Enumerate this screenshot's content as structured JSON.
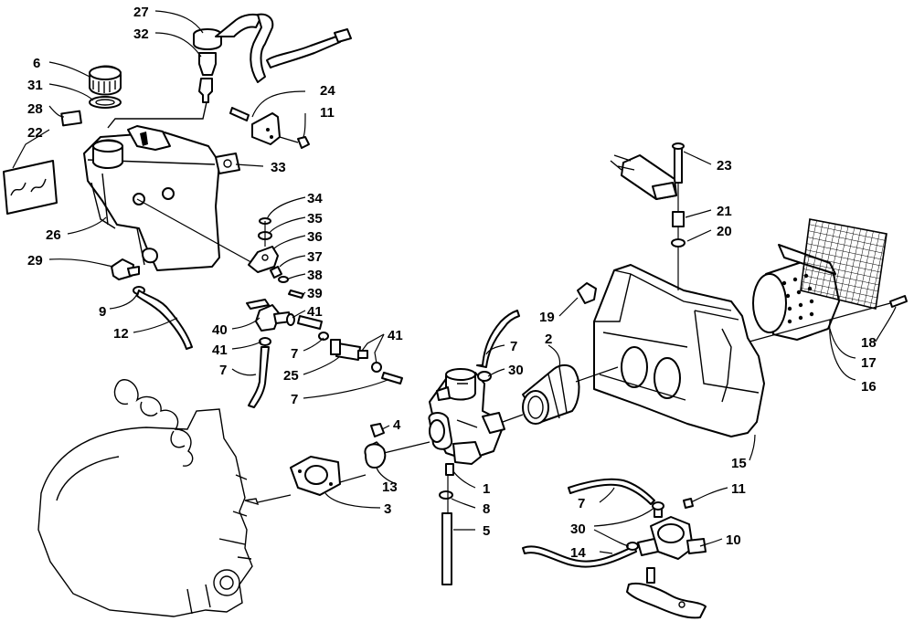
{
  "callouts": {
    "c1": "1",
    "c2": "2",
    "c3": "3",
    "c4": "4",
    "c5": "5",
    "c6": "6",
    "c7a": "7",
    "c7b": "7",
    "c7c": "7",
    "c7d": "7",
    "c7e": "7",
    "c8": "8",
    "c9": "9",
    "c10": "10",
    "c11a": "11",
    "c11b": "11",
    "c12": "12",
    "c13": "13",
    "c14": "14",
    "c15": "15",
    "c16": "16",
    "c17": "17",
    "c18": "18",
    "c19": "19",
    "c20": "20",
    "c21": "21",
    "c22": "22",
    "c23": "23",
    "c24": "24",
    "c25": "25",
    "c26": "26",
    "c27": "27",
    "c28": "28",
    "c29": "29",
    "c30a": "30",
    "c30b": "30",
    "c31": "31",
    "c32": "32",
    "c33": "33",
    "c34": "34",
    "c35": "35",
    "c36": "36",
    "c37": "37",
    "c38": "38",
    "c39": "39",
    "c40": "40",
    "c41a": "41",
    "c41b": "41",
    "c41c": "41"
  }
}
